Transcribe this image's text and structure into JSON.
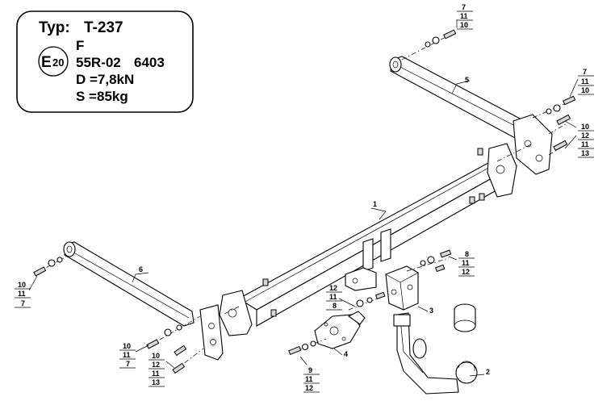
{
  "plate": {
    "type_label": "Typ:",
    "type_value": "T-237",
    "class": "F",
    "e_mark": "E",
    "e_number": "20",
    "approval_prefix": "55R-02",
    "approval_number": "6403",
    "d_value": "D =7,8kN",
    "s_value": "S =85kg"
  },
  "parts": {
    "p1": "1",
    "p2": "2",
    "p3": "3",
    "p4": "4",
    "p5": "5",
    "p6": "6"
  },
  "stacks": {
    "top_right": [
      "7",
      "11",
      "10"
    ],
    "right_mid": [
      "7",
      "11",
      "10"
    ],
    "right_lower": [
      "10",
      "12",
      "11",
      "13"
    ],
    "center_right": [
      "8",
      "11",
      "12"
    ],
    "center_left": [
      "12",
      "11",
      "8"
    ],
    "bottom_center": [
      "9",
      "11",
      "12"
    ],
    "left_top": [
      "10",
      "11",
      "7"
    ],
    "left_mid": [
      "10",
      "11",
      "7"
    ],
    "left_low": [
      "10",
      "12",
      "11",
      "13"
    ]
  }
}
